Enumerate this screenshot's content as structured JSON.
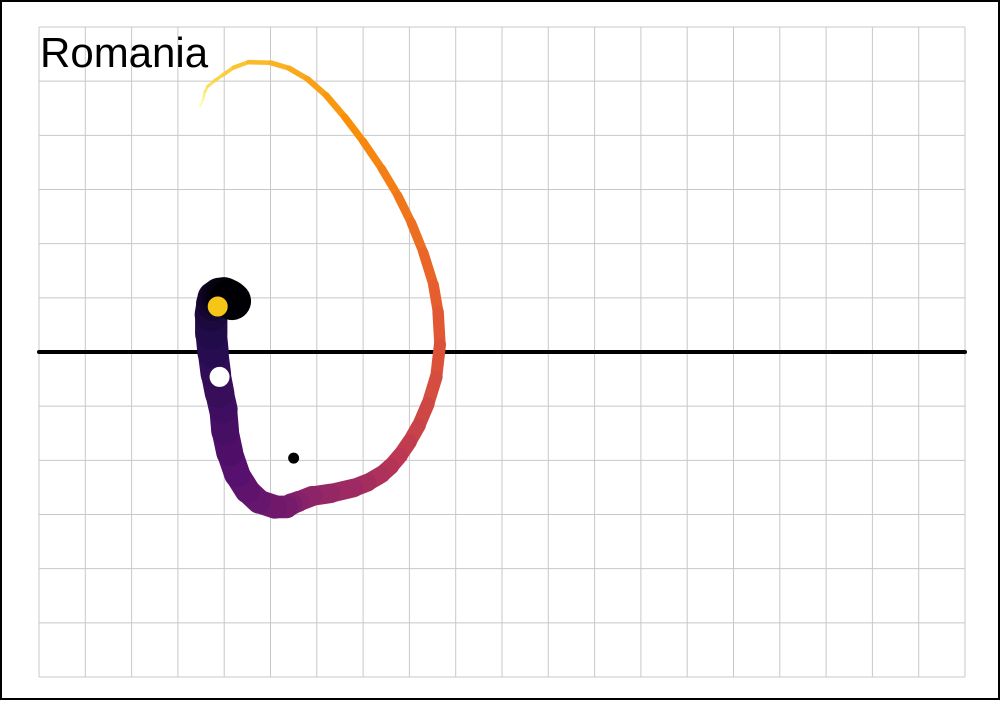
{
  "chart_data": {
    "type": "line",
    "title": "Romania",
    "xlabel": "",
    "ylabel": "",
    "xlim": [
      0,
      20
    ],
    "ylim": [
      -6,
      6
    ],
    "grid": true,
    "zero_line": true,
    "series": [
      {
        "x": [
          3.48,
          3.54,
          3.56,
          3.58,
          3.64,
          3.78,
          3.98,
          4.2,
          4.52,
          5.0,
          5.4,
          5.8,
          6.2,
          6.6,
          7.0,
          7.4,
          7.75,
          8.04,
          8.3,
          8.52,
          8.62,
          8.66,
          8.58,
          8.4,
          8.2,
          8.0,
          7.8,
          7.6,
          7.4,
          7.1,
          6.8,
          6.3,
          5.9,
          5.6,
          5.45,
          5.35,
          5.1,
          4.75,
          4.5,
          4.28,
          4.12,
          4.02,
          3.98,
          3.9,
          3.82,
          3.76,
          3.72,
          3.72,
          3.76,
          3.8,
          3.9,
          4.0,
          4.1,
          4.17
        ],
        "y": [
          4.54,
          4.65,
          4.72,
          4.8,
          4.9,
          5.0,
          5.12,
          5.25,
          5.35,
          5.34,
          5.24,
          5.04,
          4.74,
          4.34,
          3.89,
          3.39,
          2.89,
          2.39,
          1.84,
          1.24,
          0.74,
          0.14,
          -0.46,
          -0.96,
          -1.36,
          -1.66,
          -1.91,
          -2.11,
          -2.26,
          -2.41,
          -2.51,
          -2.61,
          -2.66,
          -2.76,
          -2.81,
          -2.86,
          -2.86,
          -2.76,
          -2.56,
          -2.26,
          -1.86,
          -1.46,
          -1.06,
          -0.76,
          -0.41,
          -0.01,
          0.34,
          0.69,
          0.89,
          0.99,
          1.04,
          1.04,
          0.99,
          0.94
        ]
      }
    ],
    "markers": [
      {
        "x": 3.86,
        "y": 0.84,
        "fill": "#f5c518",
        "stroke": "#f5c518"
      },
      {
        "x": 3.9,
        "y": -0.46,
        "fill": "#ffffff",
        "stroke": "#ffffff"
      },
      {
        "x": 5.5,
        "y": -1.96,
        "fill": "#000000",
        "stroke": "#000000"
      }
    ],
    "colors": {
      "gradient": [
        "#fcffa4",
        "#f9c932",
        "#f98e09",
        "#e45a31",
        "#bc3754",
        "#8a226a",
        "#57106e",
        "#240c4f",
        "#000004"
      ],
      "grid": "#c8c8c8",
      "zero_line": "#000000",
      "background": "#ffffff"
    }
  }
}
